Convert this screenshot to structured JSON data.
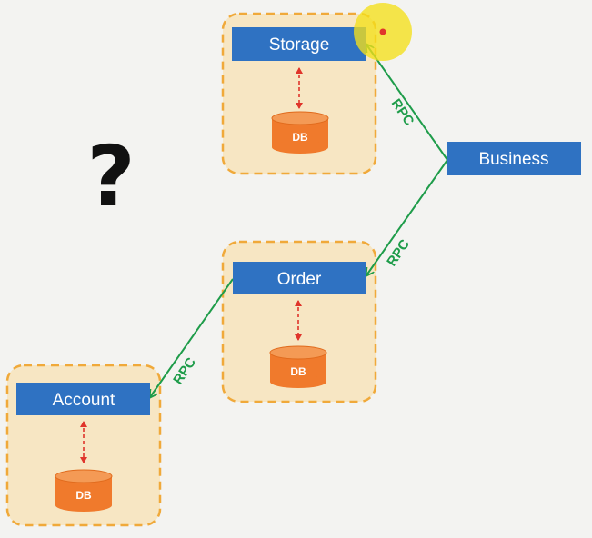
{
  "services": {
    "storage": {
      "label": "Storage",
      "db_label": "DB"
    },
    "order": {
      "label": "Order",
      "db_label": "DB"
    },
    "account": {
      "label": "Account",
      "db_label": "DB"
    },
    "business": {
      "label": "Business"
    }
  },
  "connections": [
    {
      "from": "Business",
      "to": "Storage",
      "label": "RPC"
    },
    {
      "from": "Business",
      "to": "Order",
      "label": "RPC"
    },
    {
      "from": "Order",
      "to": "Account",
      "label": "RPC"
    }
  ],
  "question_mark": "?",
  "colors": {
    "service_box": "#2f72c2",
    "group_fill": "#f7e6c3",
    "group_border": "#f0a93a",
    "db_fill": "#f07a2c",
    "rpc_line": "#1e9c4a",
    "db_link": "#e0352b",
    "cursor_highlight": "#f3df1a",
    "cursor_dot": "#e0352b"
  }
}
